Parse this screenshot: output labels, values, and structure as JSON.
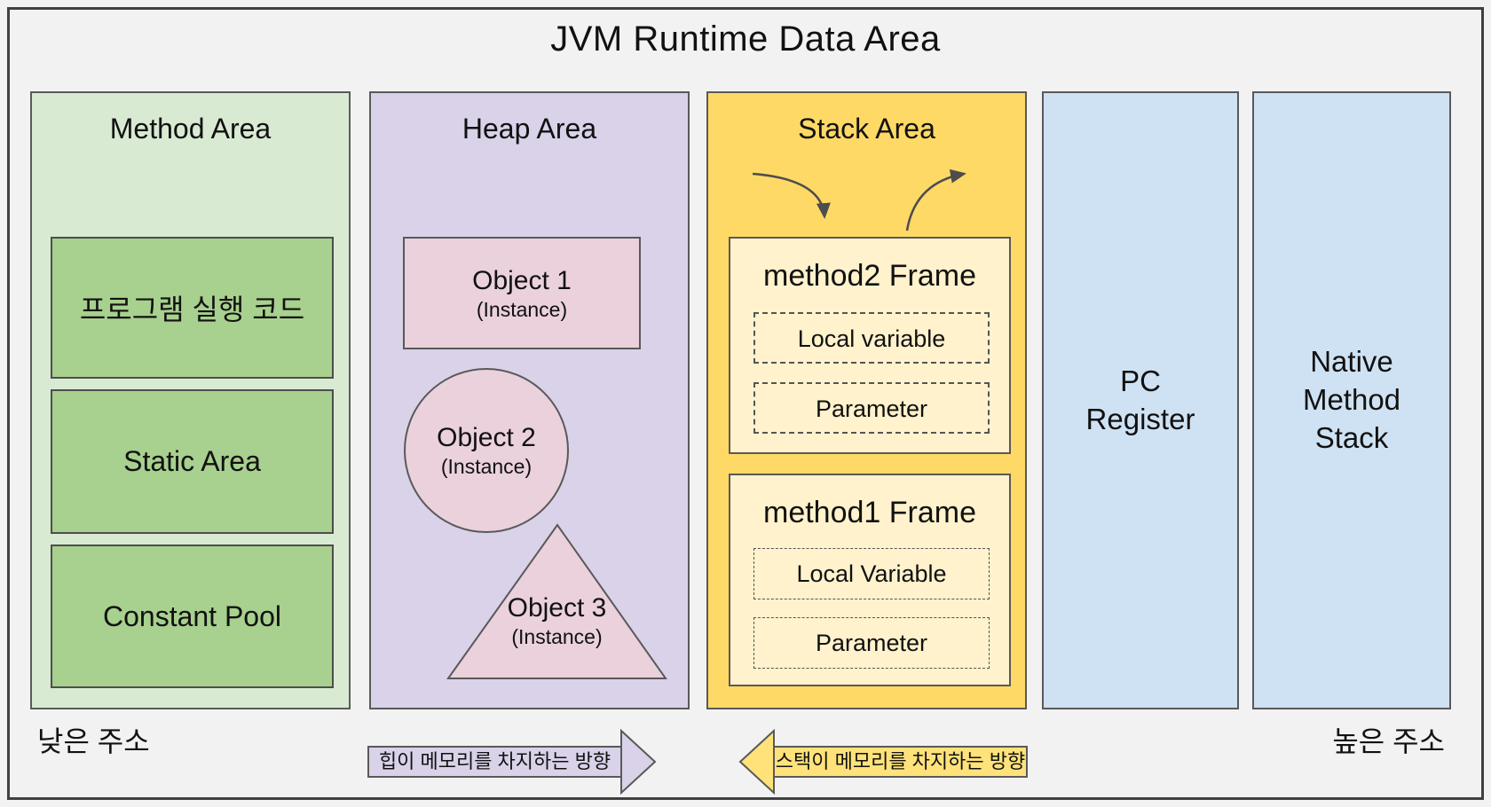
{
  "title": "JVM Runtime Data Area",
  "colors": {
    "background": "#f2f2f2",
    "outline": "#404040",
    "stroke": "#595959",
    "method_area_fill": "#d9ead3",
    "method_box_fill": "#a8d08e",
    "heap_area_fill": "#d9d2e9",
    "object_fill": "#ead1dc",
    "stack_area_fill": "#ffd966",
    "frame_fill": "#fff2cc",
    "register_fill": "#cfe2f3",
    "heap_arrow_fill": "#d9d2e9",
    "stack_arrow_fill": "#ffe27a",
    "curve_arrow_color": "#4d4d4d"
  },
  "columns": {
    "method": {
      "label": "Method Area",
      "boxes": [
        "프로그램 실행 코드",
        "Static Area",
        "Constant Pool"
      ]
    },
    "heap": {
      "label": "Heap Area",
      "objects": [
        {
          "name": "Object 1",
          "sub": "(Instance)",
          "shape": "rectangle"
        },
        {
          "name": "Object 2",
          "sub": "(Instance)",
          "shape": "circle"
        },
        {
          "name": "Object 3",
          "sub": "(Instance)",
          "shape": "triangle"
        }
      ]
    },
    "stack": {
      "label": "Stack Area",
      "frames": [
        {
          "title": "method2 Frame",
          "slots": [
            "Local variable",
            "Parameter"
          ]
        },
        {
          "title": "method1 Frame",
          "slots": [
            "Local Variable",
            "Parameter"
          ]
        }
      ]
    },
    "pc": {
      "label": "PC Register"
    },
    "native": {
      "label": "Native Method Stack"
    }
  },
  "footer": {
    "low_address": "낮은 주소",
    "high_address": "높은 주소",
    "heap_arrow_label": "힙이 메모리를 차지하는 방향",
    "stack_arrow_label": "스택이 메모리를 차지하는 방향"
  }
}
